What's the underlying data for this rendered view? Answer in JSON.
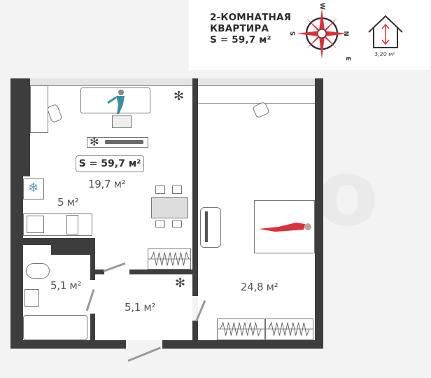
{
  "header": {
    "title_line1": "2-КОМНАТНАЯ",
    "title_line2": "КВАРТИРА",
    "title_line3": "S = 59,7 м²"
  },
  "compass": {
    "icon": "compass-rose-icon",
    "accent_color": "#d9323c",
    "top_label": "W",
    "left_label": "S",
    "right_label": "N",
    "bottom_label": "E"
  },
  "ceiling": {
    "icon": "house-ceiling-height-icon",
    "height_label": "3,20 м²"
  },
  "plan": {
    "total_area_badge": "S = 59,7 м²",
    "rooms": [
      {
        "name": "living-room",
        "area": "19,7 м²"
      },
      {
        "name": "kitchen",
        "area": "5 м²"
      },
      {
        "name": "bathroom",
        "area": "5,1 м²"
      },
      {
        "name": "hallway",
        "area": "5,1 м²"
      },
      {
        "name": "bedroom",
        "area": "24,8 м²"
      }
    ],
    "colors": {
      "wall": "#3d3d3d",
      "floor": "#ffffff",
      "person_living": "#3a8fa3",
      "person_bedroom": "#d9323c",
      "background": "#f3f3f3"
    }
  },
  "watermark": "Avito"
}
